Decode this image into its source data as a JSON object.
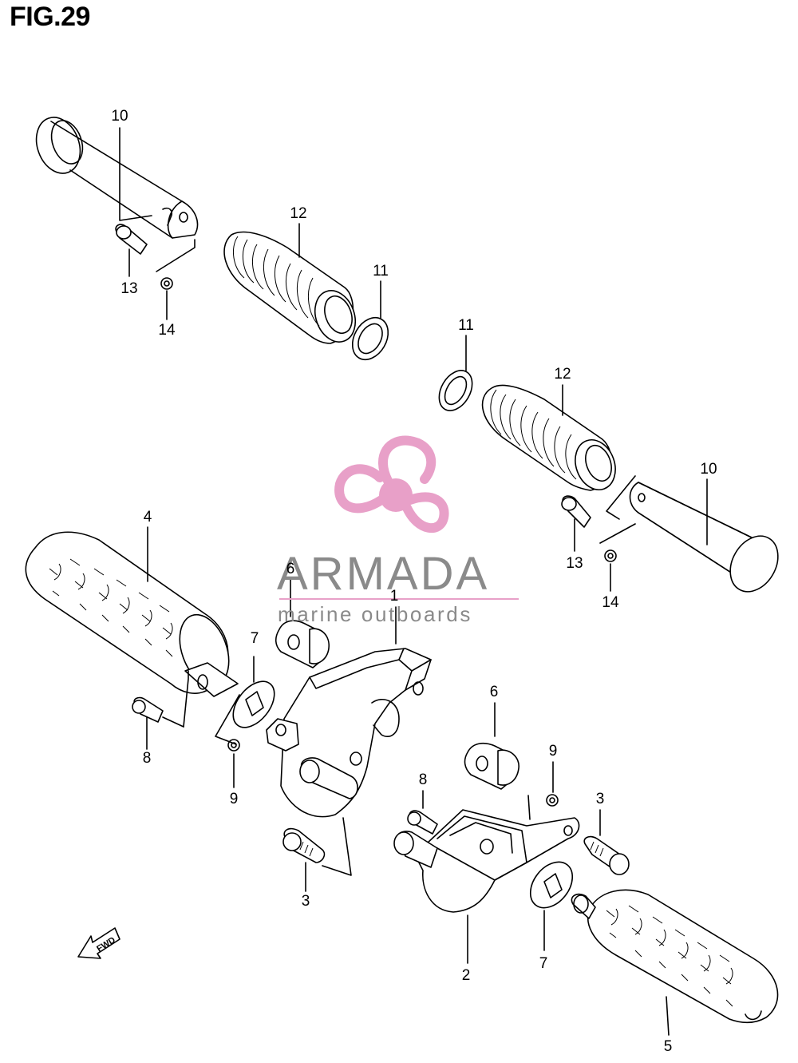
{
  "figure": {
    "title": "FIG.29"
  },
  "watermark": {
    "brand": "ARMADA",
    "tagline": "marine outboards",
    "logo_icon": "propeller-icon",
    "logo_color": "#e8a0c8",
    "text_color": "#8a8a8a"
  },
  "callouts": [
    {
      "id": "c10a",
      "label": "10",
      "part": "footrest-shaft"
    },
    {
      "id": "c12a",
      "label": "12",
      "part": "footrest-rubber"
    },
    {
      "id": "c11a",
      "label": "11",
      "part": "washer"
    },
    {
      "id": "c13a",
      "label": "13",
      "part": "pin"
    },
    {
      "id": "c14a",
      "label": "14",
      "part": "clip"
    },
    {
      "id": "c11b",
      "label": "11",
      "part": "washer"
    },
    {
      "id": "c12b",
      "label": "12",
      "part": "footrest-rubber"
    },
    {
      "id": "c10b",
      "label": "10",
      "part": "footrest-shaft"
    },
    {
      "id": "c13b",
      "label": "13",
      "part": "pin"
    },
    {
      "id": "c14b",
      "label": "14",
      "part": "clip"
    },
    {
      "id": "c4",
      "label": "4",
      "part": "footrest"
    },
    {
      "id": "c6a",
      "label": "6",
      "part": "bracket-plate"
    },
    {
      "id": "c1",
      "label": "1",
      "part": "footrest-bracket"
    },
    {
      "id": "c7a",
      "label": "7",
      "part": "washer"
    },
    {
      "id": "c8a",
      "label": "8",
      "part": "pin"
    },
    {
      "id": "c9a",
      "label": "9",
      "part": "clip"
    },
    {
      "id": "c3a",
      "label": "3",
      "part": "bolt"
    },
    {
      "id": "c6b",
      "label": "6",
      "part": "bracket-plate"
    },
    {
      "id": "c9b",
      "label": "9",
      "part": "clip"
    },
    {
      "id": "c8b",
      "label": "8",
      "part": "pin"
    },
    {
      "id": "c3b",
      "label": "3",
      "part": "bolt"
    },
    {
      "id": "c2",
      "label": "2",
      "part": "footrest-bracket"
    },
    {
      "id": "c7b",
      "label": "7",
      "part": "washer"
    },
    {
      "id": "c5",
      "label": "5",
      "part": "footrest"
    }
  ],
  "direction_marker": {
    "label": "FWD",
    "icon": "fwd-arrow-icon"
  }
}
